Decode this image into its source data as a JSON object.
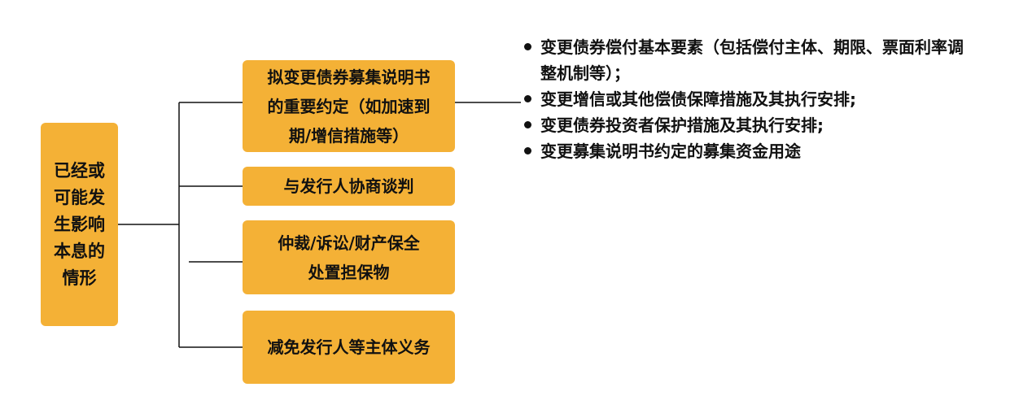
{
  "colors": {
    "box_fill": "#f4b136",
    "text": "#111111",
    "line": "#111111"
  },
  "root": {
    "label": "已经或\n可能发\n生影响\n本息的\n情形"
  },
  "branches": [
    {
      "label": "拟变更债券募集说明书\n的重要约定（如加速到\n期/增信措施等）"
    },
    {
      "label": "与发行人协商谈判"
    },
    {
      "label": "仲裁/诉讼/财产保全\n处置担保物"
    },
    {
      "label": "减免发行人等主体义务"
    }
  ],
  "details": [
    "变更债券偿付基本要素（包括偿付主体、期限、票面利率调整机制等）；",
    "变更增信或其他偿债保障措施及其执行安排;",
    "变更债券投资者保护措施及其执行安排;",
    "变更募集说明书约定的募集资金用途"
  ]
}
